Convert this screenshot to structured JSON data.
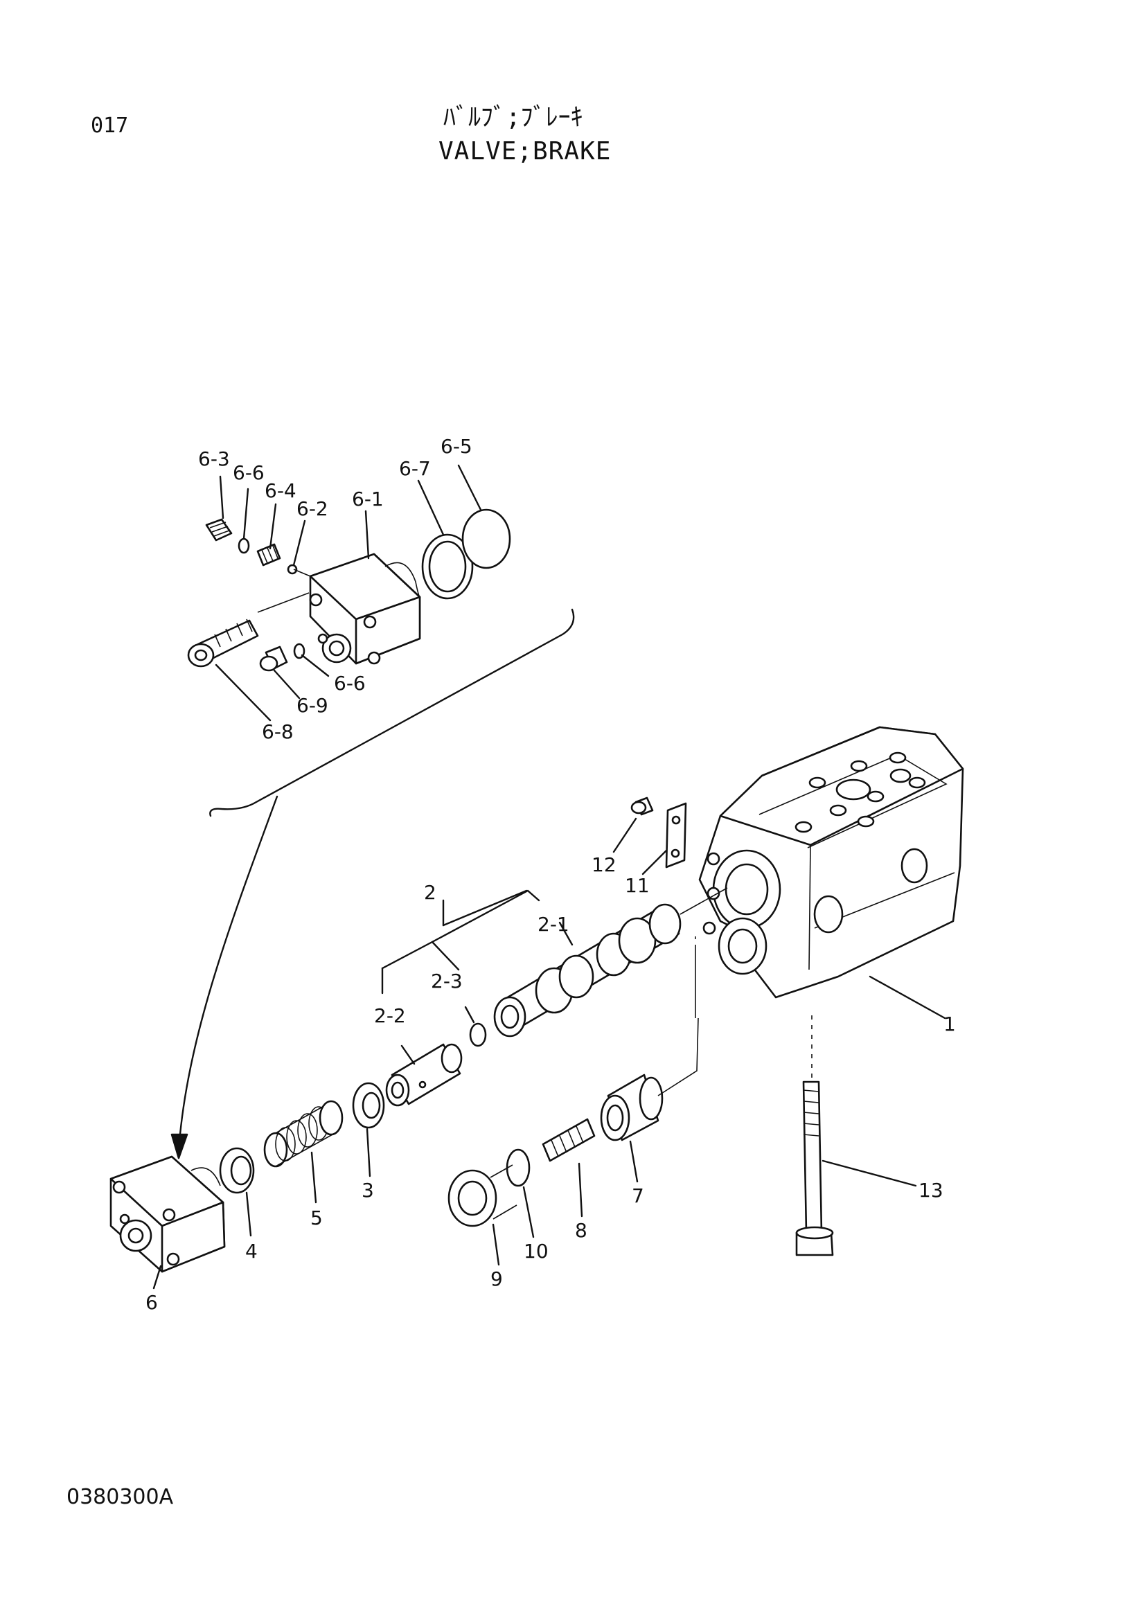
{
  "header": {
    "page_number": "017",
    "title_jp": "ﾊﾞﾙﾌﾞ;ﾌﾞﾚｰｷ",
    "title_en": "VALVE;BRAKE"
  },
  "footer": {
    "drawing_code": "0380300A"
  },
  "callouts": {
    "c_6_3": "6-3",
    "c_6_6a": "6-6",
    "c_6_4": "6-4",
    "c_6_2": "6-2",
    "c_6_1": "6-1",
    "c_6_7": "6-7",
    "c_6_5": "6-5",
    "c_6_6b": "6-6",
    "c_6_9": "6-9",
    "c_6_8": "6-8",
    "c_12": "12",
    "c_11": "11",
    "c_2": "2",
    "c_2_1": "2-1",
    "c_2_3": "2-3",
    "c_2_2": "2-2",
    "c_1": "1",
    "c_3": "3",
    "c_4": "4",
    "c_5": "5",
    "c_6": "6",
    "c_7": "7",
    "c_8": "8",
    "c_9": "9",
    "c_10": "10",
    "c_13": "13"
  }
}
